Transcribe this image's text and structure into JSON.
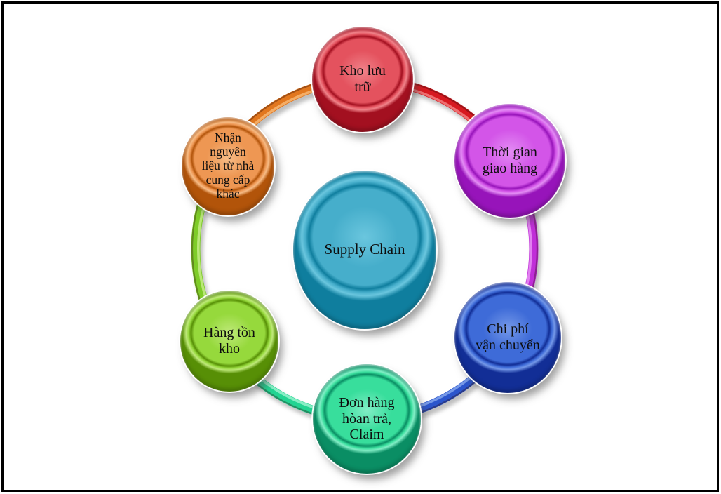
{
  "canvas": {
    "background": "#FFFFFF",
    "border_color": "#000000"
  },
  "diagram": {
    "type": "cycle",
    "center_node": {
      "id": "supply-chain",
      "label": "Supply Chain",
      "display": "Supply Chain",
      "colors": {
        "face": "#46AECB",
        "light": "#6AC6DE",
        "dark": "#0F7E9E"
      }
    },
    "nodes": [
      {
        "id": "kho-luu-tru",
        "label": "Kho lưu trữ",
        "display": "Kho lưu\ntrữ",
        "colors": {
          "face": "#E4525E",
          "light": "#F0838A",
          "dark": "#A31020"
        }
      },
      {
        "id": "thoi-gian-giao-hang",
        "label": "Thời gian giao hàng",
        "display": "Thời gian\ngiao hàng",
        "colors": {
          "face": "#D355E8",
          "light": "#E38DF4",
          "dark": "#9714BA"
        }
      },
      {
        "id": "chi-phi-van-chuyen",
        "label": "Chi phí vận chuyển",
        "display": "Chi phí\nvận chuyển",
        "colors": {
          "face": "#3E6BD8",
          "light": "#7498E8",
          "dark": "#122E96"
        }
      },
      {
        "id": "don-hang-hoan-tra-claim",
        "label": "Đơn hàng hòan trả, Claim",
        "display": "Đơn hàng\nhòan trả,\nClaim",
        "colors": {
          "face": "#38DE9C",
          "light": "#82EEC6",
          "dark": "#0A8E64"
        }
      },
      {
        "id": "hang-ton-kho",
        "label": "Hàng tồn kho",
        "display": "Hàng tồn\nkho",
        "colors": {
          "face": "#96D93C",
          "light": "#BfE97A",
          "dark": "#578F06"
        }
      },
      {
        "id": "nhan-nguyen-lieu-tu-nha-cung-cap-khac",
        "label": "Nhận nguyên liệu từ nhà cung cấp khác",
        "display": "Nhận\nnguyên\nliệu từ nhà\ncung cấp\nkhác",
        "colors": {
          "face": "#EE9753",
          "light": "#F6BB85",
          "dark": "#B2540A"
        }
      }
    ],
    "ring_segments": [
      {
        "from": "nhan-nguyen-lieu-tu-nha-cung-cap-khac",
        "to": "kho-luu-tru",
        "color": "#E2771E",
        "highlight": "#F5B26C"
      },
      {
        "from": "kho-luu-tru",
        "to": "thoi-gian-giao-hang",
        "color": "#D71920",
        "highlight": "#F07678"
      },
      {
        "from": "thoi-gian-giao-hang",
        "to": "chi-phi-van-chuyen",
        "color": "#C02ED8",
        "highlight": "#E488F2"
      },
      {
        "from": "chi-phi-van-chuyen",
        "to": "don-hang-hoan-tra-claim",
        "color": "#2B55CC",
        "highlight": "#7DA0EA"
      },
      {
        "from": "don-hang-hoan-tra-claim",
        "to": "hang-ton-kho",
        "color": "#22D492",
        "highlight": "#90F0CA"
      },
      {
        "from": "hang-ton-kho",
        "to": "nhan-nguyen-lieu-tu-nha-cung-cap-khac",
        "color": "#7ECC28",
        "highlight": "#BEEA7E"
      }
    ]
  }
}
